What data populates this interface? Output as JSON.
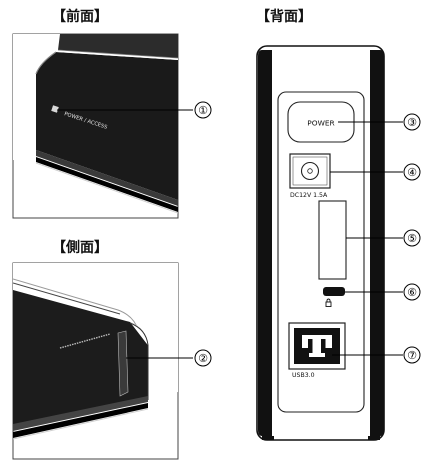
{
  "headings": {
    "front": "【前面】",
    "back": "【背面】",
    "side": "【側面】"
  },
  "front_panel": {
    "led_label": "POWER / ACCESS"
  },
  "back_panel": {
    "power_button_label": "POWER",
    "dc_label": "DC12V 1.5A",
    "usb_label": "USB3.0"
  },
  "callouts": [
    "①",
    "②",
    "③",
    "④",
    "⑤",
    "⑥",
    "⑦"
  ],
  "icons": {
    "lock": "lock-icon"
  }
}
